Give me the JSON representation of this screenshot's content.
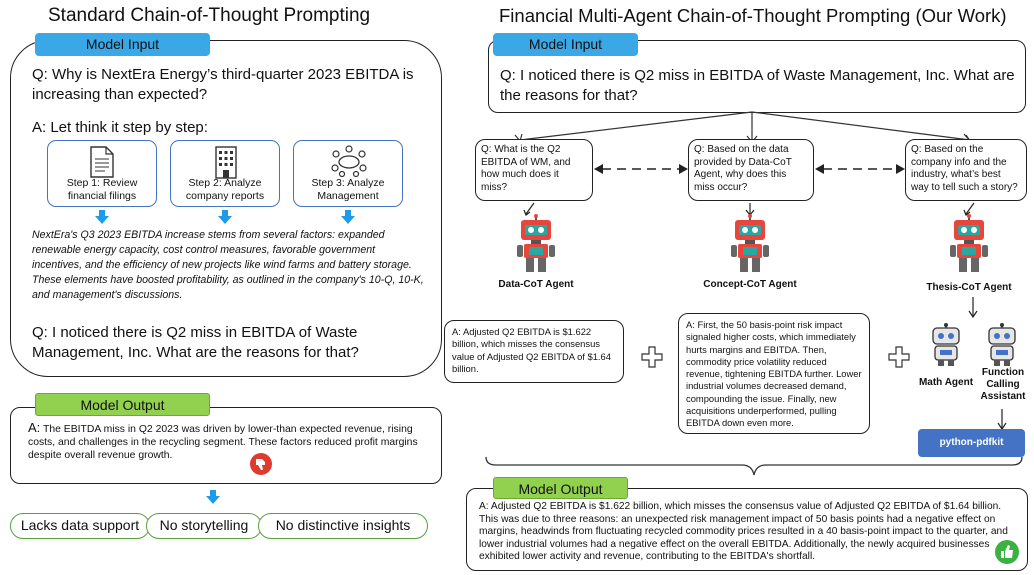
{
  "left": {
    "title": "Standard Chain-of-Thought Prompting",
    "input_tab": "Model Input",
    "question1": "Q: Why is NextEra Energy’s third-quarter 2023 EBITDA is increasing than expected?",
    "answer_intro": "A: Let think it step by step:",
    "steps": [
      {
        "label": "Step 1: Review financial filings",
        "icon": "document-icon"
      },
      {
        "label": "Step 2: Analyze company reports",
        "icon": "building-icon"
      },
      {
        "label": "Step 3: Analyze Management",
        "icon": "meeting-icon"
      }
    ],
    "reasoning": "NextEra's Q3 2023 EBITDA increase stems from several factors: expanded renewable energy capacity, cost control measures, favorable government incentives, and the efficiency of new projects like wind farms and battery storage. These elements have boosted profitability, as outlined in the company's 10-Q, 10-K, and management's discussions.",
    "question2": "Q: I noticed there is Q2 miss in EBITDA of Waste Management, Inc. What are the reasons for that?",
    "output_tab": "Model Output",
    "output_prefix": "A:",
    "output_text": "The EBITDA miss in Q2 2023 was driven by lower-than expected revenue, rising costs, and challenges in the recycling segment. These factors reduced profit margins despite overall revenue growth.",
    "critiques": [
      "Lacks data support",
      "No storytelling",
      "No distinctive insights"
    ]
  },
  "right": {
    "title": "Financial Multi-Agent Chain-of-Thought Prompting (Our Work)",
    "input_tab": "Model Input",
    "question": "Q: I noticed there is Q2 miss in EBITDA of Waste Management, Inc. What are the reasons for that?",
    "agent_questions": [
      "Q: What is the Q2 EBITDA of WM, and how much does it miss?",
      "Q: Based on the data provided by Data-CoT Agent, why does this miss occur?",
      "Q: Based on the company info and the industry, what’s best way to tell such a story?"
    ],
    "agents": [
      "Data-CoT Agent",
      "Concept-CoT Agent",
      "Thesis-CoT Agent"
    ],
    "answer_data": "A: Adjusted Q2 EBITDA is $1.622 billion, which misses the consensus value of Adjusted Q2 EBITDA of $1.64 billion.",
    "answer_concept": "A: First, the 50 basis-point risk impact signaled higher costs, which immediately hurts margins and EBITDA. Then, commodity price volatility reduced revenue, tightening EBITDA further. Lower industrial volumes decreased demand, compounding the issue. Finally, new acquisitions underperformed, pulling EBITDA down even more.",
    "math_agent": "Math Agent",
    "function_agent": "Function Calling Assistant",
    "tool": "python-pdfkit",
    "output_tab": "Model Output",
    "output_text": "A: Adjusted Q2 EBITDA is $1.622 billion, which misses the consensus value of Adjusted Q2 EBITDA of $1.64 billion. This was due to three reasons: an unexpected risk management impact of 50 basis points had a negative effect on margins, headwinds from fluctuating recycled commodity prices resulted in a 40 basis-point impact to the quarter, and lower industrial volumes had a negative effect on the overall EBITDA. Additionally, the newly acquired businesses exhibited lower activity and revenue, contributing to the EBITDA's shortfall."
  },
  "colors": {
    "tab_blue": "#3aa8e6",
    "tab_green": "#92d050",
    "arrow_blue": "#1e9be8",
    "step_border": "#4472c4",
    "tool_blue": "#4472c4",
    "thumb_down": "#e03a2f",
    "thumb_up": "#3cb043",
    "robot_red": "#e8463c",
    "robot_teal": "#2aa7a0"
  }
}
